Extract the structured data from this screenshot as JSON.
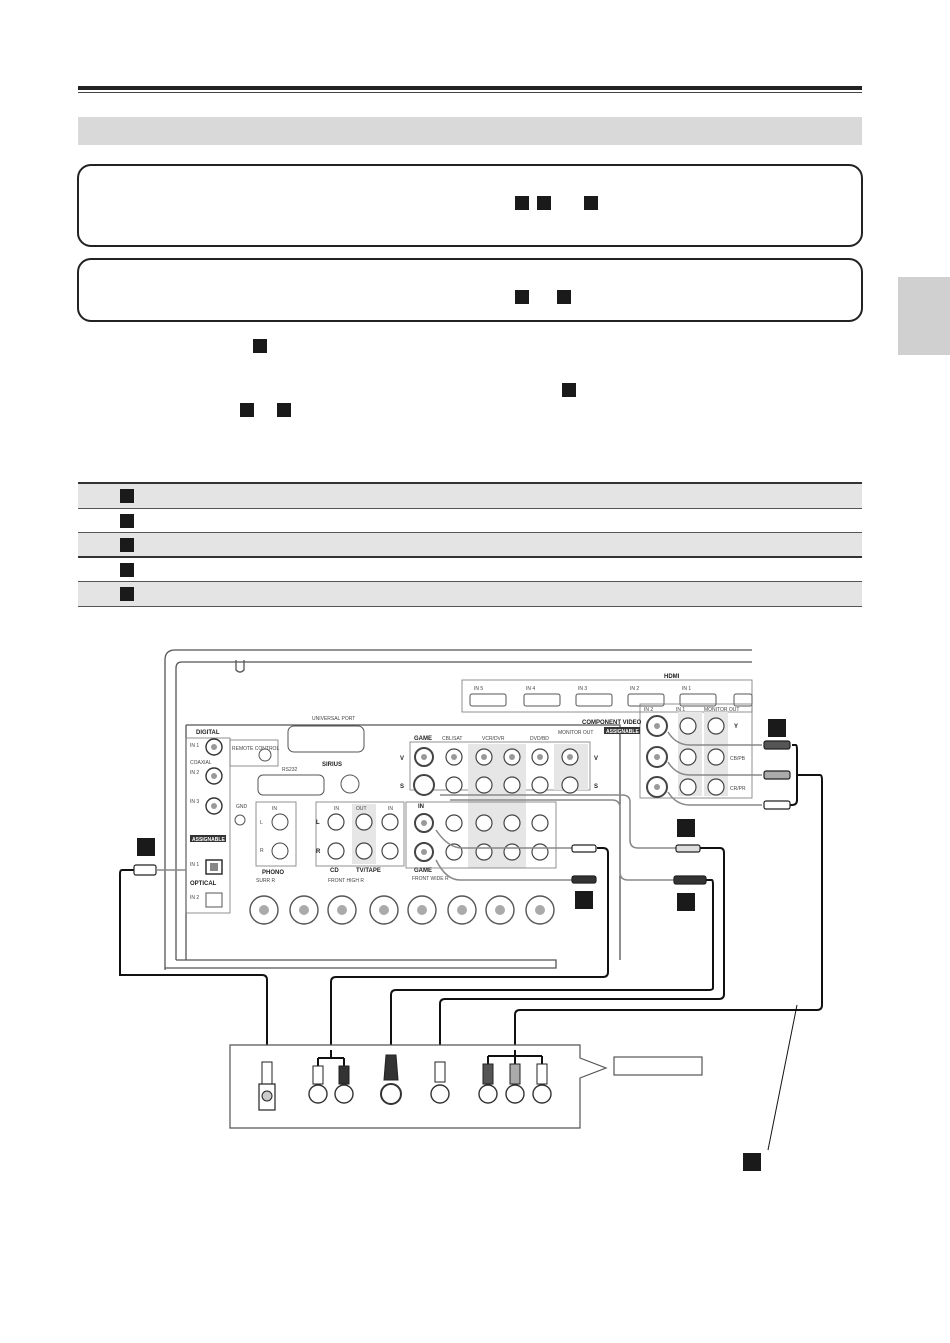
{
  "diagram": {
    "receiver": {
      "digital_heading": "DIGITAL",
      "coaxial_label": "COAXIAL",
      "optical_label": "OPTICAL",
      "assignable_label": "ASSIGNABLE",
      "in1_label": "IN 1",
      "in2_label": "IN 2",
      "in3_label": "IN 3",
      "gnd_label": "GND",
      "remote_control_label": "REMOTE CONTROL",
      "universal_port_label": "UNIVERSAL PORT",
      "rs232_label": "RS232",
      "sirius_label": "SIRIUS",
      "hdmi_label": "HDMI",
      "hdmi_inputs": [
        "IN 5",
        "IN 4",
        "IN 3",
        "IN 2",
        "IN 1"
      ],
      "game_label": "GAME",
      "cbl_sat_label": "CBL/SAT",
      "vcr_dvr_label": "VCR/DVR",
      "dvd_bd_label": "DVD/BD",
      "monitor_out_label": "MONITOR OUT",
      "component_video_label": "COMPONENT VIDEO",
      "component_assignable_label": "ASSIGNABLE",
      "component_in2_label": "IN 2",
      "component_in1_label": "IN 1",
      "component_monitor_label": "MONITOR OUT",
      "y_label": "Y",
      "cb_label": "CB/PB",
      "cr_label": "CR/PR",
      "v_label": "V",
      "s_label": "S",
      "in_label": "IN",
      "out_label": "OUT",
      "l_label": "L",
      "r_label": "R",
      "phono_label": "PHONO",
      "cd_label": "CD",
      "tv_tape_label": "TV/TAPE",
      "front_wide_label": "FRONT WIDE R",
      "surr_label": "SURR R",
      "front_high_label": "FRONT HIGH R"
    }
  }
}
